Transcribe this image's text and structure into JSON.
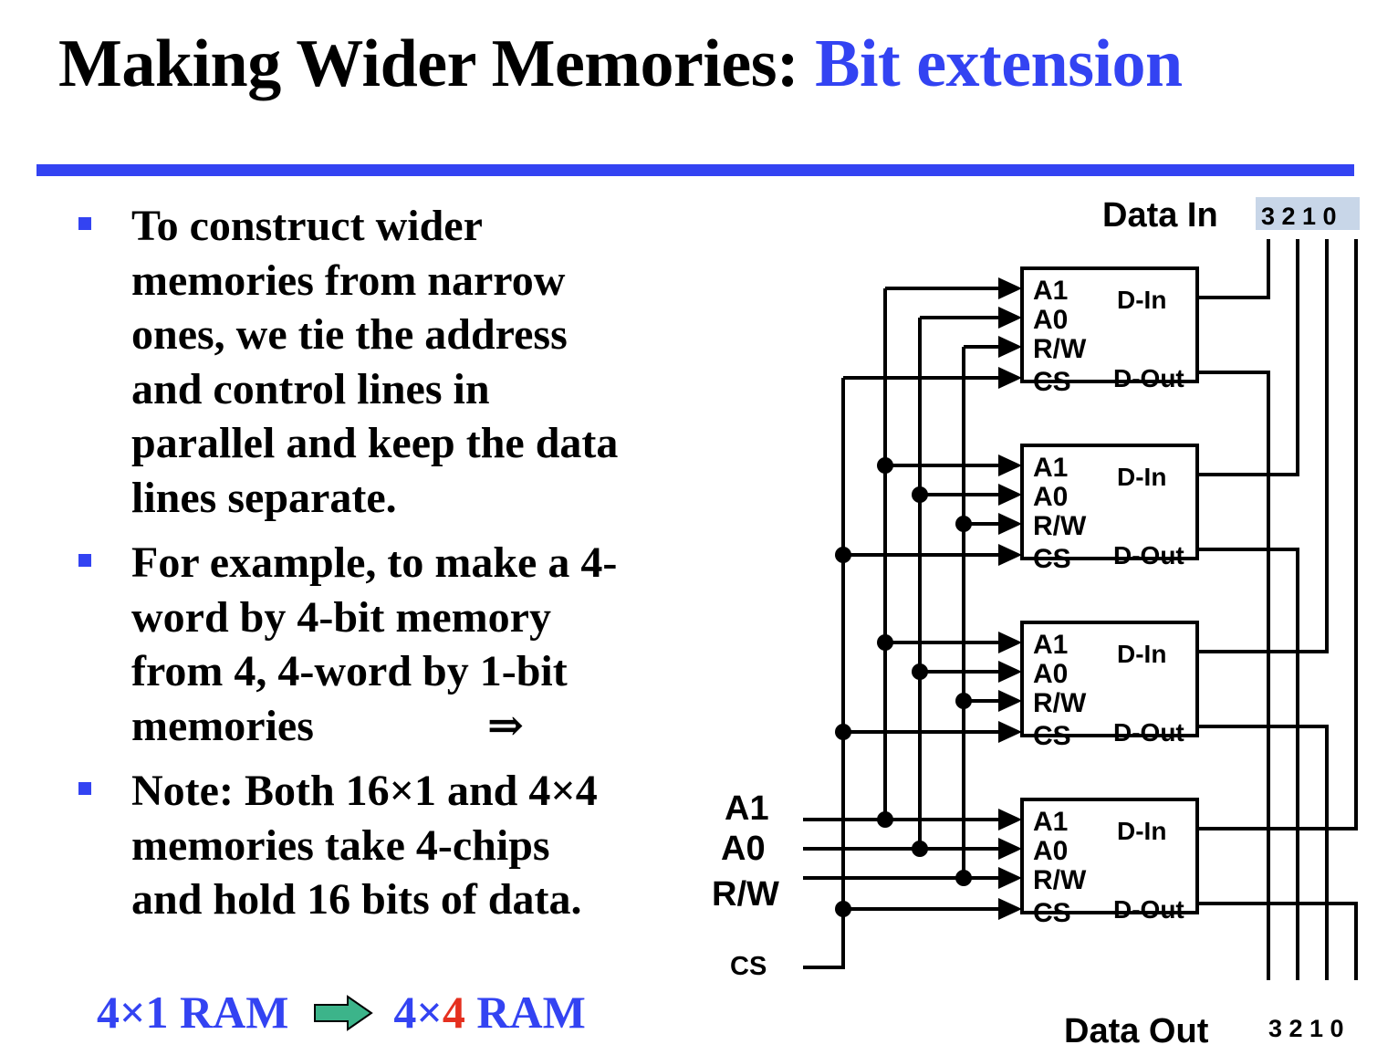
{
  "title": {
    "main": "Making Wider Memories:",
    "accent": "Bit extension"
  },
  "bullets": [
    {
      "lines": [
        "To construct wider",
        "memories from narrow",
        "ones, we tie the address",
        "and control lines in",
        "parallel and keep the data",
        "lines separate."
      ]
    },
    {
      "lines": [
        "For example, to make a 4-",
        "word by 4-bit memory",
        "from 4, 4-word by 1-bit",
        "memories"
      ],
      "arrow": "⇒"
    },
    {
      "lines": [
        "Note: Both 16×1 and 4×4",
        "memories take 4-chips",
        "and hold 16 bits of data."
      ]
    }
  ],
  "bottom": {
    "left": "4×1 RAM",
    "right_prefix": "4×",
    "right_highlight": "4",
    "right_suffix": " RAM"
  },
  "diagram": {
    "data_in_label": "Data In",
    "data_in_bits": "3 2 1 0",
    "data_out_label": "Data Out",
    "data_out_bits": "3 2 1 0",
    "inputs": [
      "A1",
      "A0",
      "R/W",
      "CS"
    ],
    "chip_pins": {
      "a1": "A1",
      "a0": "A0",
      "rw": "R/W",
      "cs": "CS",
      "din": "D-In",
      "dout": "D-Out"
    },
    "chip_count": 4
  },
  "colors": {
    "accent": "#3343f2",
    "highlight": "#e5301f",
    "arrow_fill": "#3cb48a",
    "bits_bg": "#c8d6e8"
  }
}
